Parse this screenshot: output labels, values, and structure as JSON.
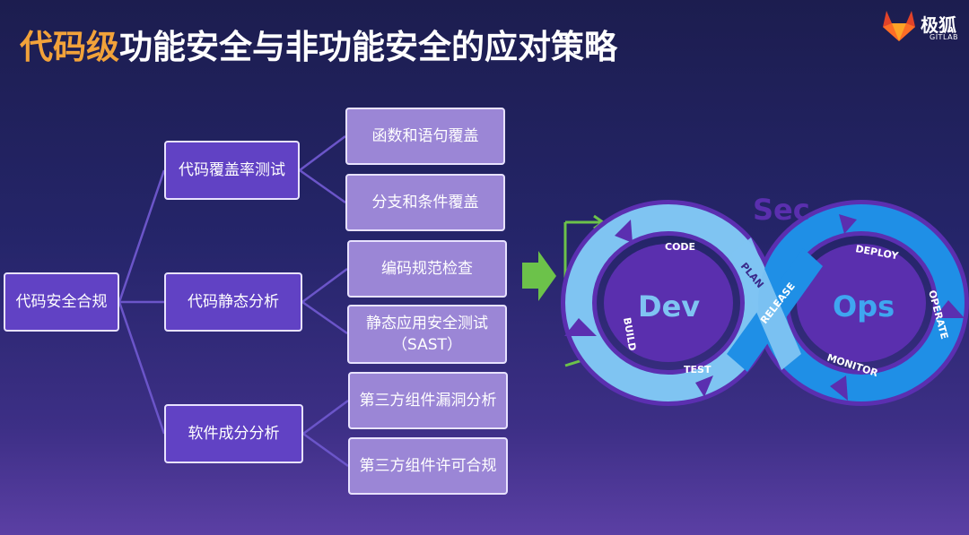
{
  "header": {
    "title_highlight": "代码级",
    "title_rest": "功能安全与非功能安全的应对策略",
    "logo_brand": "极狐",
    "logo_sub": "GITLAB"
  },
  "tree": {
    "root": "代码安全合规",
    "branches": [
      {
        "label": "代码覆盖率测试",
        "leaves": [
          "函数和语句覆盖",
          "分支和条件覆盖"
        ]
      },
      {
        "label": "代码静态分析",
        "leaves": [
          "编码规范检查",
          "静态应用安全测试",
          "（SAST）"
        ]
      },
      {
        "label": "软件成分分析",
        "leaves": [
          "第三方组件漏洞分析",
          "第三方组件许可合规"
        ]
      }
    ]
  },
  "devsecops": {
    "sec": "Sec",
    "dev": "Dev",
    "ops": "Ops",
    "stages": [
      "CODE",
      "PLAN",
      "BUILD",
      "TEST",
      "RELEASE",
      "DEPLOY",
      "OPERATE",
      "MONITOR"
    ]
  },
  "colors": {
    "accent": "#f2a23a",
    "box_dark": "#6142c4",
    "box_light": "#9b86d6",
    "green": "#6cc24a"
  }
}
